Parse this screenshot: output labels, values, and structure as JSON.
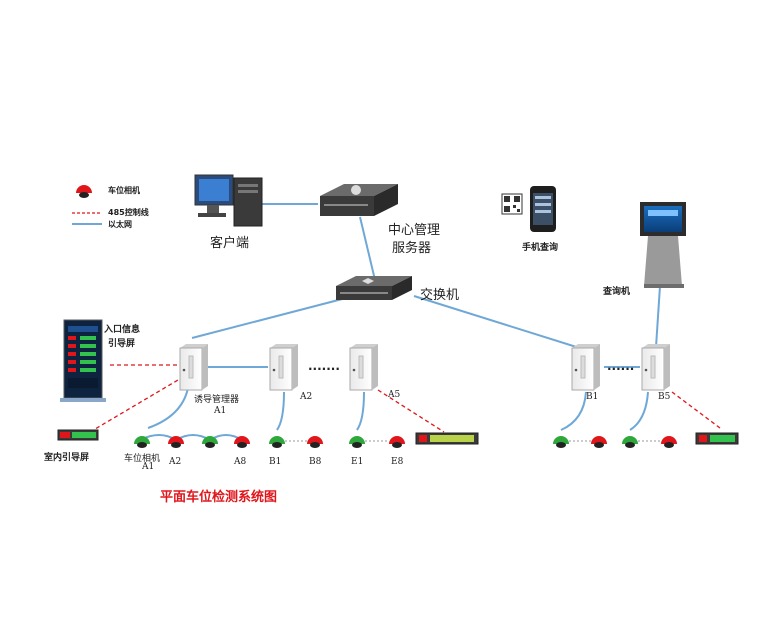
{
  "legend": {
    "camera": "车位相机",
    "line485": "485控制线",
    "ethernet": "以太网"
  },
  "nodes": {
    "client": "客户端",
    "server_line1": "中心管理",
    "server_line2": "服务器",
    "switch": "交换机",
    "phone": "手机查询",
    "kiosk": "查询机",
    "entry_screen_line1": "入口信息",
    "entry_screen_line2": "引导屏",
    "indoor_screen": "室内引导屏",
    "guide_manager": "诱导管理器",
    "a1": "A1",
    "a2": "A2",
    "a5": "A5",
    "b1": "B1",
    "b5": "B5",
    "dots_a": "·······",
    "dots_b": "······"
  },
  "cameras": {
    "cam_label": "车位相机",
    "a1": "A1",
    "a2": "A2",
    "a8": "A8",
    "b1": "B1",
    "b8": "B8",
    "e1": "E1",
    "e8": "E8"
  },
  "title": "平面车位检测系统图",
  "colors": {
    "ethernet": "#6fa8d6",
    "control": "#e0161b",
    "title": "#e0161b"
  }
}
